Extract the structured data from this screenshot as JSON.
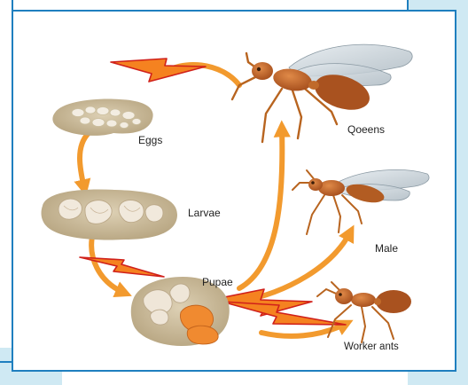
{
  "colors": {
    "frame_border": "#1f7fbf",
    "background_fill": "#cfe9f3",
    "cycle_arrow": "#f29a2e",
    "lightning_fill": "#f58220",
    "lightning_stroke": "#d0201a",
    "ant_body": "#c86a2c",
    "wing": "#b8c4cc",
    "egg_plate": "#c9b99a"
  },
  "icons": [
    "eggs-plate-image",
    "larvae-plate-image",
    "pupae-plate-image",
    "queen-ant-image",
    "male-ant-image",
    "worker-ant-image",
    "lightning-bolt-icon"
  ],
  "labels": {
    "eggs": "Eggs",
    "larvae": "Larvae",
    "pupae": "Pupae",
    "queens": "Qoeens",
    "male": "Male",
    "workers": "Worker ants"
  }
}
